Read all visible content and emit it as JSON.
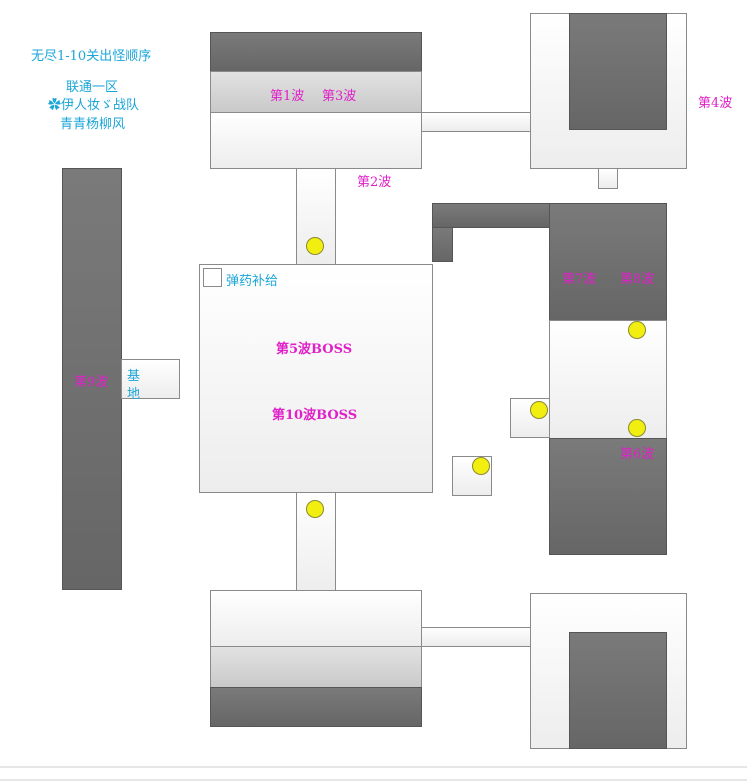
{
  "credits": {
    "title": "无尽1-10关出怪顺序",
    "server": "联通一区",
    "team": "✿伊人妆ゞ战队",
    "author": "青青杨柳风"
  },
  "labels": {
    "wave1": "第1波",
    "wave2": "第2波",
    "wave3": "第3波",
    "wave4": "第4波",
    "wave5": "第5波BOSS",
    "wave6": "第6波",
    "wave7": "第7波",
    "wave8": "第8波",
    "wave9": "第9波",
    "wave10": "第10波BOSS",
    "ammo": "弹药补给",
    "base_line1": "基",
    "base_line2": "地"
  },
  "colors": {
    "wave_text": "#e020c8",
    "info_text": "#1ba6d8",
    "marker": "#f2ee10",
    "dark_block": "#6e6e6e"
  }
}
